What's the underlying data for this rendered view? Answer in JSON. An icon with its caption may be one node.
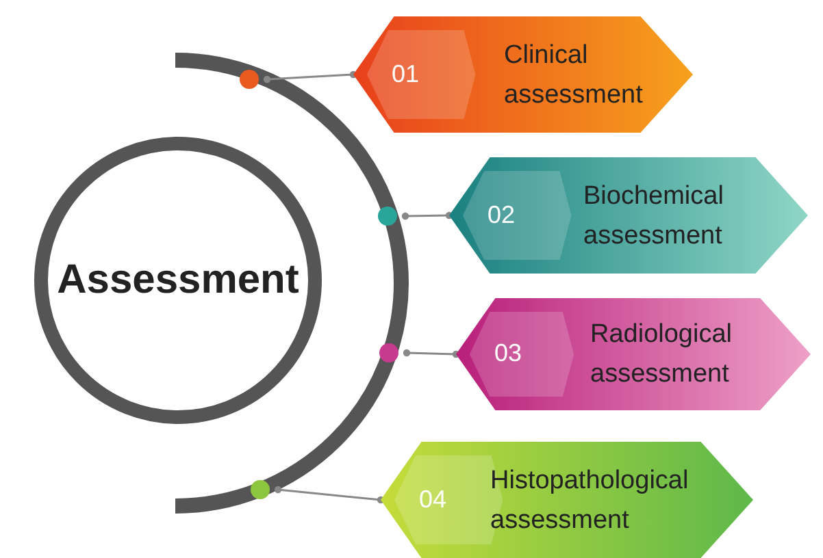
{
  "diagram": {
    "nodes": [
      {
        "text": [
          "Assessment"
        ]
      },
      {
        "text": [],
        "shape": "circle"
      },
      {
        "text": [
          "01",
          "Clinical assessment"
        ]
      },
      {
        "text": [],
        "shape": "circle"
      },
      {
        "text": [
          "02",
          "Biochemical assessment"
        ]
      },
      {
        "text": [],
        "shape": "circle"
      },
      {
        "text": [
          "03",
          "Radiological assessment"
        ]
      },
      {
        "text": [],
        "shape": "circle"
      },
      {
        "text": [
          "04",
          "Histopathological assessment"
        ]
      }
    ],
    "edges": [
      {
        "from": 1,
        "to": 2,
        "arrow": "other"
      },
      {
        "from": 3,
        "to": 4,
        "arrow": "other"
      },
      {
        "from": 5,
        "to": 6,
        "arrow": "other"
      },
      {
        "from": 7,
        "to": 8,
        "arrow": "other"
      }
    ]
  }
}
